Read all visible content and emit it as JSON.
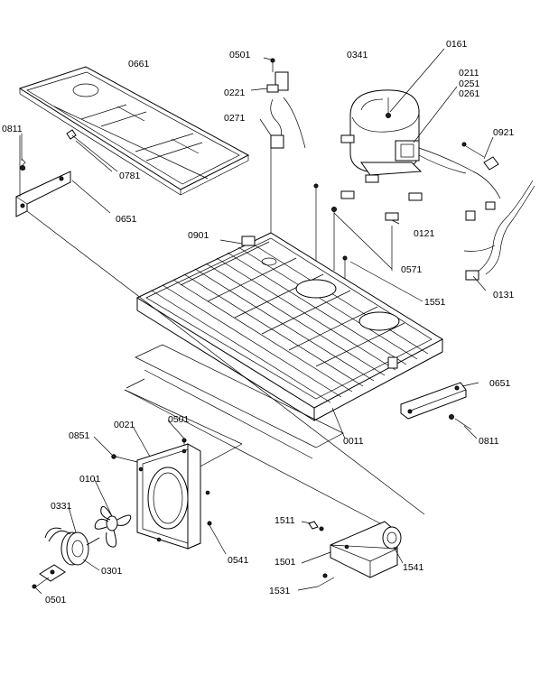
{
  "labels": {
    "l0661": "0661",
    "l0811a": "0811",
    "l0781": "0781",
    "l0651a": "0651",
    "l0501a": "0501",
    "l0221": "0221",
    "l0271": "0271",
    "l0341": "0341",
    "l0161": "0161",
    "l0211": "0211",
    "l0251": "0251",
    "l0261": "0261",
    "l0921": "0921",
    "l0901": "0901",
    "l0121": "0121",
    "l0571": "0571",
    "l1551": "1551",
    "l0131": "0131",
    "l0651b": "0651",
    "l0811b": "0811",
    "l0011": "0011",
    "l0021": "0021",
    "l0501b": "0501",
    "l0851": "0851",
    "l0101": "0101",
    "l0331": "0331",
    "l0301": "0301",
    "l0501c": "0501",
    "l0541": "0541",
    "l1511": "1511",
    "l1501": "1501",
    "l1541": "1541",
    "l1531": "1531"
  }
}
